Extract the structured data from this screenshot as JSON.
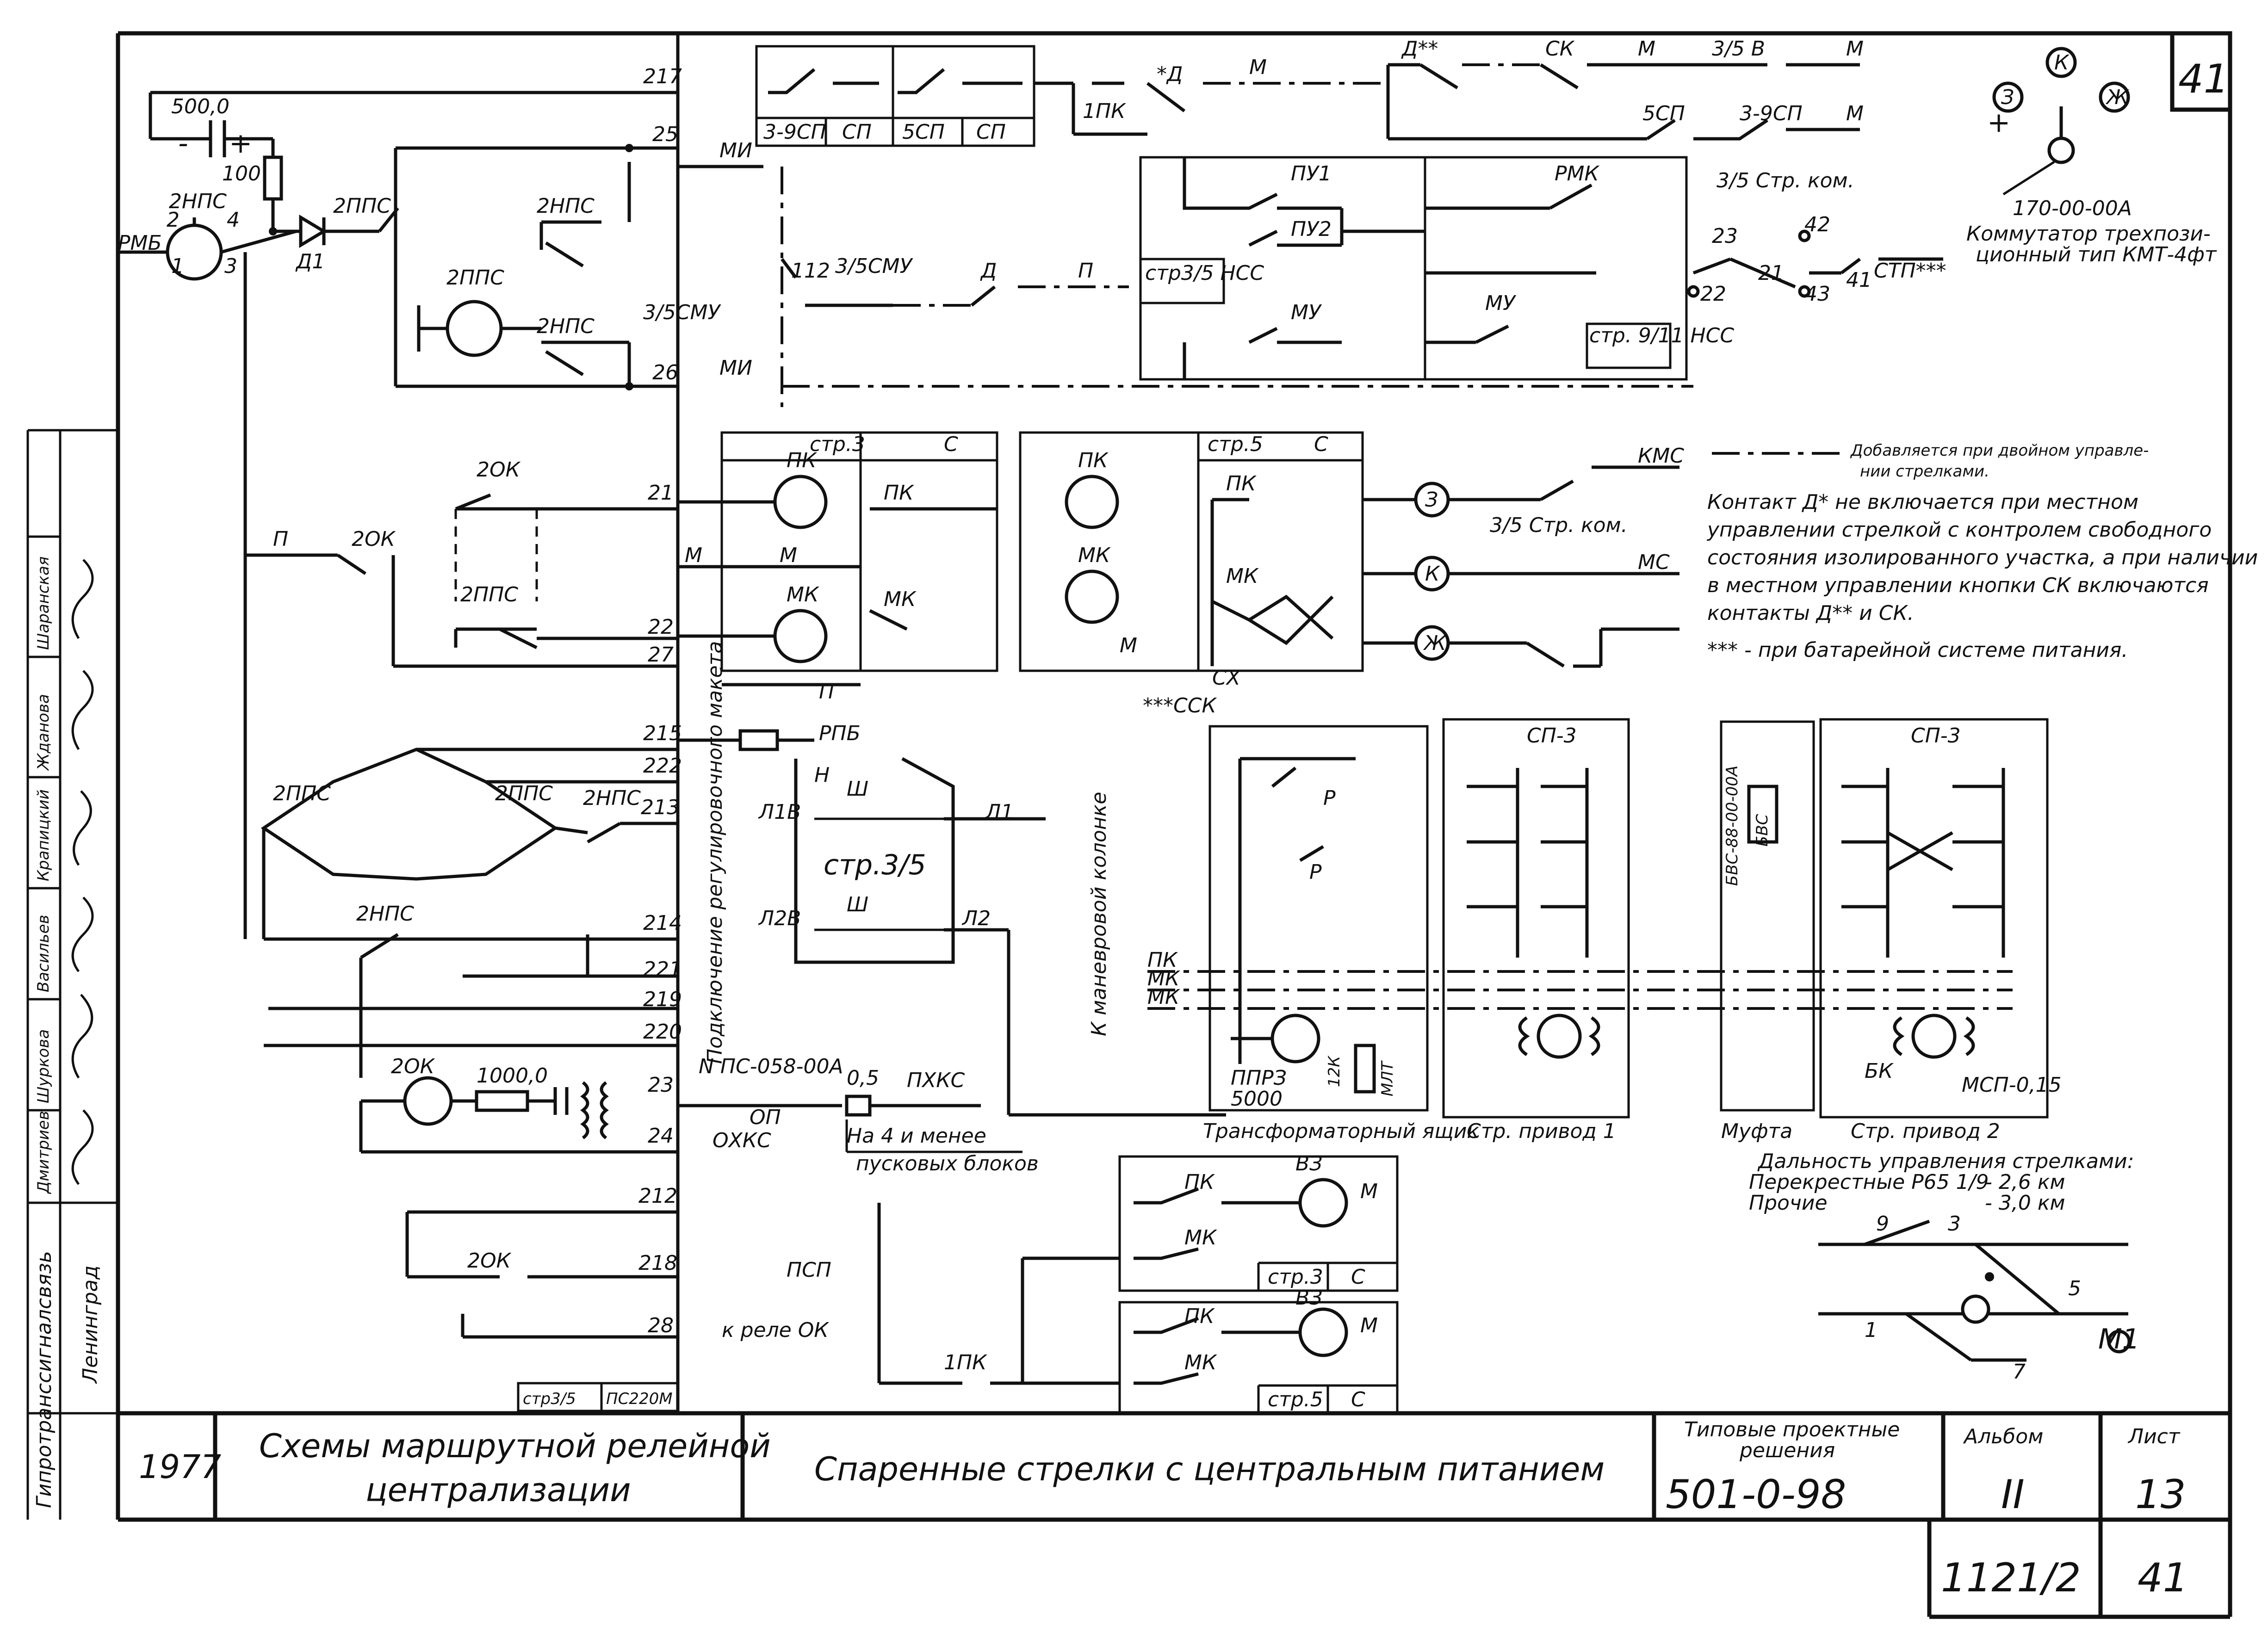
{
  "sheet": {
    "corner_number": "41",
    "page_bottom": "41",
    "doc_number_bottom": "1121/2"
  },
  "title_block": {
    "year": "1977",
    "series_line1": "Схемы маршрутной релейной",
    "series_line2": "централизации",
    "title": "Спаренные стрелки с центральным питанием",
    "typical_label_line1": "Типовые проектные",
    "typical_label_line2": "решения",
    "typical_number": "501-0-98",
    "album_label": "Альбом",
    "album_value": "II",
    "sheet_label": "Лист",
    "sheet_value": "13"
  },
  "side_stamp": {
    "org": "Гипротранссигналсвязь",
    "city": "Ленинград",
    "names": [
      "Дмитриев",
      "Шуркова",
      "Васильев",
      "Крапицкий",
      "Жданова",
      "Шаранская"
    ]
  },
  "switch_commutator": {
    "signs": [
      "З",
      "К",
      "Ж"
    ],
    "plus": "+",
    "code": "170-00-00А",
    "caption_line1": "Коммутатор трехпози-",
    "caption_line2": "ционный тип КМТ-4фт"
  },
  "notes": {
    "legend_dash": "Добавляется при двойном управлении стрелками.",
    "legend_dash_line1": "Добавляется при двойном управле-",
    "legend_dash_line2": "нии стрелками.",
    "note_d_lines": [
      "Контакт Д* не включается при местном",
      "управлении стрелкой с контролем свободного",
      "состояния изолированного участка, а при наличии",
      "в местном управлении кнопки СК включаются",
      "контакты Д** и СК."
    ],
    "note_battery": "*** - при батарейной системе питания."
  },
  "distance": {
    "title": "Дальность управления стрелками:",
    "line1_label": "Перекрестные Р65 1/9",
    "line1_value": "- 2,6 км",
    "line2_label": "Прочие",
    "line2_value": "- 3,0 км",
    "switch_numbers": [
      "9",
      "3",
      "5",
      "1",
      "7"
    ],
    "signal_label": "М1"
  },
  "wires": [
    "217",
    "25",
    "26",
    "21",
    "22",
    "27",
    "215",
    "222",
    "213",
    "214",
    "221",
    "219",
    "220",
    "23",
    "24",
    "212",
    "218",
    "28"
  ],
  "labels": {
    "cap_500": "500,0",
    "res_100": "100",
    "rmb": "РМБ",
    "d1": "Д1",
    "npc2": "2НПС",
    "ppc2": "2ППС",
    "ok20": "2ОК",
    "p": "П",
    "m": "М",
    "mi": "МИ",
    "smu": "3/5СМУ",
    "d": "Д",
    "d_star": "*Д",
    "d_2star": "Д**",
    "sk": "СК",
    "sp": "СП",
    "sp5": "5СП",
    "sp39": "3-9СП",
    "v35": "3/5 В",
    "pk1": "1ПК",
    "pu1": "ПУ1",
    "pu2": "ПУ2",
    "mu": "МУ",
    "rmk": "РМК",
    "str_kom": "3/5 Стр. ком.",
    "stp": "СТП***",
    "str35_nss": "стр3/5 НСС",
    "str911_nss": "стр. 9/11 НСС",
    "pk": "ПК",
    "mk": "МК",
    "str3": "стр.3",
    "str5": "стр.5",
    "c": "С",
    "kms": "КМС",
    "ms": "МС",
    "sx": "СХ",
    "ssk": "***ССК",
    "rpb": "РПБ",
    "n": "Н",
    "l1b": "Л1В",
    "l1": "Л1",
    "l2b": "Л2В",
    "l2": "Л2",
    "sh": "Ш",
    "str35": "стр.3/5",
    "podkl": "Подключение регулировочного макета",
    "k_manevr": "К маневровой колонке",
    "npc058": "N ПС-058-00А",
    "oxks": "ОХКС",
    "pxks": "ПХКС",
    "op": "ОП",
    "r05": "0,5",
    "na4": "На 4 и менее",
    "puskovyh": "пусковых блоков",
    "r1000": "1000,0",
    "ppr3": "ППРЗ",
    "v5000": "5000",
    "r12k": "12К",
    "mlt": "МЛТ",
    "sp3": "СП-3",
    "bvs": "БВС",
    "bvs_code": "БВС-88-00-00А",
    "transf": "Трансформаторный ящик",
    "privod1": "Стр. привод 1",
    "mufta": "Муфта",
    "privod2": "Стр. привод 2",
    "bk": "БК",
    "msp": "МСП-0,15",
    "vz": "ВЗ",
    "psp": "ПСП",
    "k_rele_ok": "к реле ОК",
    "str35_box": "стр3/5",
    "ps220m": "ПС220М",
    "n42": "42",
    "n43": "43",
    "n41": "41",
    "n23": "23",
    "n22": "22",
    "n21": "21"
  }
}
